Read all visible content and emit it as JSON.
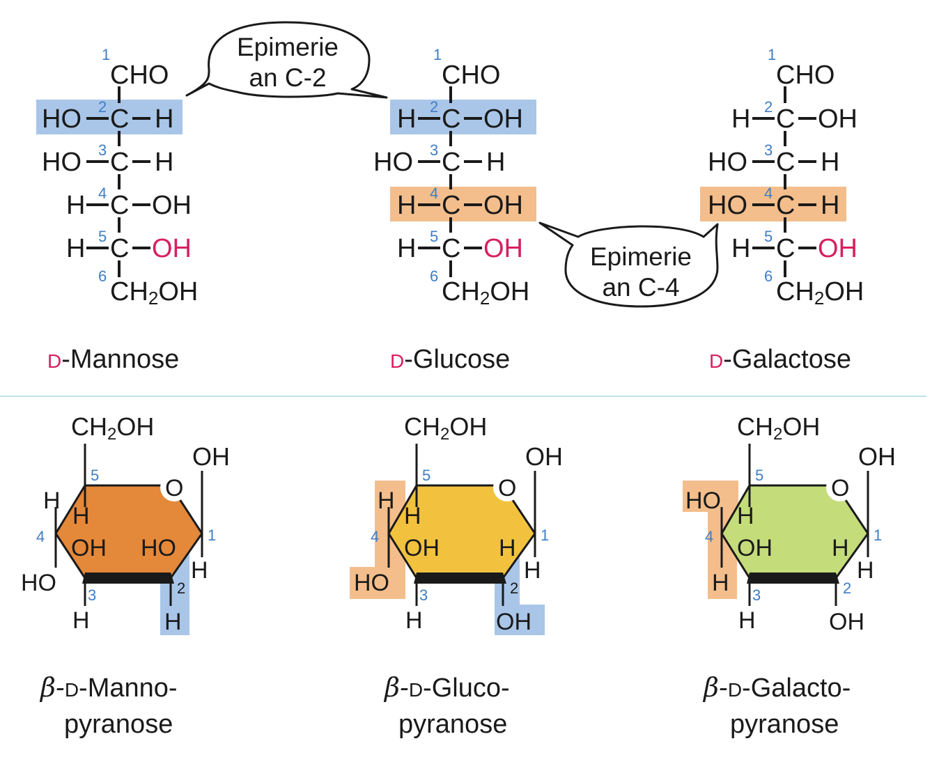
{
  "colors": {
    "blue_highlight": "#a9c6e8",
    "orange_highlight": "#f3be8c",
    "number": "#3f7dc5",
    "red": "#d6205c",
    "mannose_ring": "#e4883a",
    "glucose_ring": "#f2c23f",
    "galactose_ring": "#c4dc7a",
    "divider": "#bfe0ea",
    "ink": "#1a1a1a"
  },
  "fischer": {
    "mannose": {
      "name_prefix": "D",
      "name_rest": "-Mannose",
      "top": "CHO",
      "rows": [
        {
          "left": "HO",
          "right": "H"
        },
        {
          "left": "HO",
          "right": "H"
        },
        {
          "left": "H",
          "right": "OH"
        },
        {
          "left": "H",
          "right": "OH"
        }
      ],
      "bottom": [
        "CH",
        "2",
        "OH"
      ]
    },
    "glucose": {
      "name_prefix": "D",
      "name_rest": "-Glucose",
      "top": "CHO",
      "rows": [
        {
          "left": "H",
          "right": "OH"
        },
        {
          "left": "HO",
          "right": "H"
        },
        {
          "left": "H",
          "right": "OH"
        },
        {
          "left": "H",
          "right": "OH"
        }
      ],
      "bottom": [
        "CH",
        "2",
        "OH"
      ]
    },
    "galactose": {
      "name_prefix": "D",
      "name_rest": "-Galactose",
      "top": "CHO",
      "rows": [
        {
          "left": "H",
          "right": "OH"
        },
        {
          "left": "HO",
          "right": "H"
        },
        {
          "left": "HO",
          "right": "H"
        },
        {
          "left": "H",
          "right": "OH"
        }
      ],
      "bottom": [
        "CH",
        "2",
        "OH"
      ]
    },
    "numbers": [
      "1",
      "2",
      "3",
      "4",
      "5",
      "6"
    ],
    "carbon": "C",
    "bond": "–"
  },
  "bubbles": {
    "c2": {
      "line1": "Epimerie",
      "line2": "an C-2"
    },
    "c4": {
      "line1": "Epimerie",
      "line2": "an C-4"
    }
  },
  "haworth": {
    "common": {
      "ch2oh": [
        "CH",
        "2",
        "OH"
      ],
      "ring_o": "O",
      "oh1": "OH",
      "h1": "H",
      "h5": "H",
      "oh4": "OH",
      "h3": "H",
      "n1": "1",
      "n2": "2",
      "n3": "3",
      "n4": "4",
      "n5": "5"
    },
    "mannose": {
      "c4_top": "H",
      "c4_bottom": "HO",
      "c2_top": "HO",
      "c2_bottom": "H",
      "name_line1_prefix": "β-",
      "name_line1_d": "D",
      "name_line1_rest": "-Manno-",
      "name_line2": "pyranose"
    },
    "glucose": {
      "c4_top": "H",
      "c4_bottom": "HO",
      "c2_top": "H",
      "c2_bottom": "OH",
      "name_line1_prefix": "β-",
      "name_line1_d": "D",
      "name_line1_rest": "-Gluco-",
      "name_line2": "pyranose"
    },
    "galactose": {
      "c4_top": "HO",
      "c4_bottom": "H",
      "c2_top": "H",
      "c2_bottom": "OH",
      "name_line1_prefix": "β-",
      "name_line1_d": "D",
      "name_line1_rest": "-Galacto-",
      "name_line2": "pyranose"
    }
  }
}
